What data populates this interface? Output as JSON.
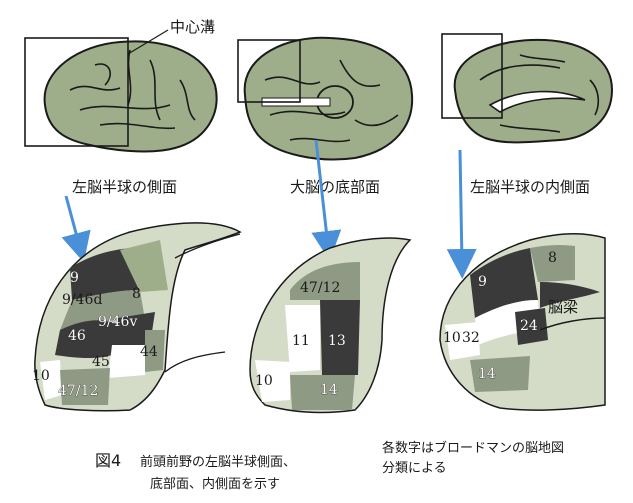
{
  "labels": {
    "central_sulcus": "中心溝",
    "lateral_view": "左脳半球の側面",
    "basal_view": "大脳の底部面",
    "medial_view": "左脳半球の内側面",
    "corpus_callosum": "脳梁"
  },
  "areas": {
    "lateral": [
      "9",
      "9/46d",
      "8",
      "46",
      "9/46v",
      "45",
      "44",
      "10",
      "47/12"
    ],
    "basal": [
      "47/12",
      "11",
      "13",
      "10",
      "14"
    ],
    "medial": [
      "9",
      "8",
      "10",
      "32",
      "24",
      "14"
    ]
  },
  "caption": {
    "figure_number": "図4",
    "line1": "前頭前野の左脳半球側面、",
    "line2": "底部面、内側面を示す",
    "note_line1": "各数字はブロードマンの脳地図",
    "note_line2": "分類による"
  },
  "colors": {
    "brain_fill": "#9fae8a",
    "dark_area": "#3a3a3a",
    "medium_area": "#8f9a84",
    "light_area": "#d4dcc8",
    "arrow": "#4a90d9",
    "ink": "#1a1a1a"
  }
}
